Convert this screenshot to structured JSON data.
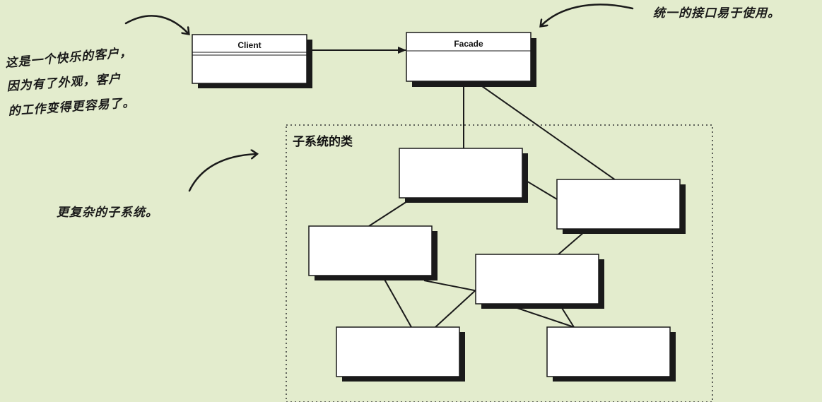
{
  "classes": {
    "client": "Client",
    "facade": "Facade"
  },
  "subsystem": {
    "title": "子系统的类"
  },
  "notes": {
    "top_right": "统一的接口易于使用。",
    "client_note_line1": "这是一个快乐的客户，",
    "client_note_line2": "因为有了外观，客户",
    "client_note_line3": "的工作变得更容易了。",
    "subsystem_note": "更复杂的子系统。"
  },
  "colors": {
    "background": "#e3eccd",
    "box_fill": "#ffffff",
    "shadow": "#1a1a1a",
    "line": "#1a1a1a"
  }
}
